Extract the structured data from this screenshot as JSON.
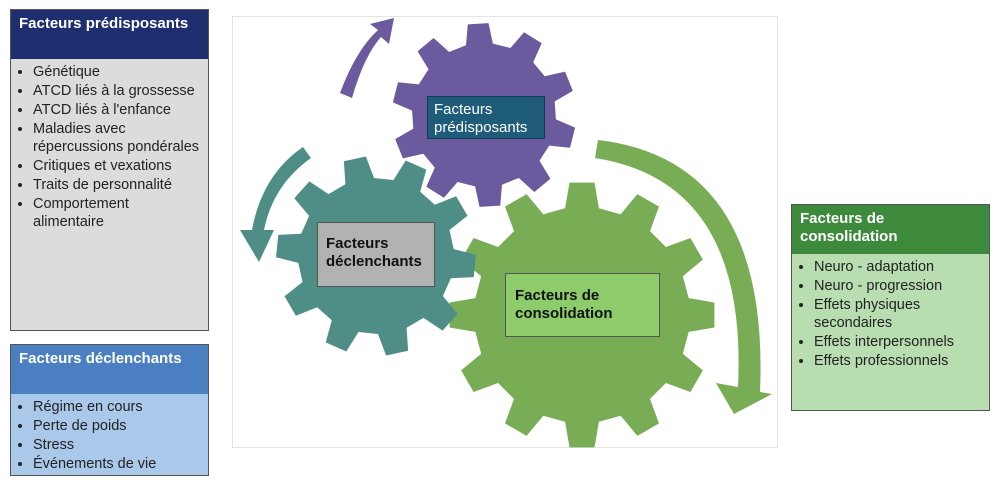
{
  "predisposing_box": {
    "title": "Facteurs prédisposants",
    "items": [
      "Génétique",
      "ATCD liés à la grossesse",
      "ATCD liés à l'enfance",
      "Maladies avec répercussions pondérales",
      "Critiques et vexations",
      "Traits de personnalité",
      "Comportement alimentaire"
    ]
  },
  "triggering_box": {
    "title": "Facteurs déclenchants",
    "items": [
      "Régime en cours",
      "Perte de poids",
      "Stress",
      "Événements de vie"
    ]
  },
  "consolidating_box": {
    "title": "Facteurs  de consolidation",
    "items": [
      "Neuro - adaptation",
      "Neuro - progression",
      "Effets physiques secondaires",
      "Effets interpersonnels",
      "Effets professionnels"
    ]
  },
  "gears": {
    "predisposing_label": "Facteurs prédisposants",
    "triggering_label": "Facteurs déclenchants",
    "consolidating_label": "Facteurs de consolidation"
  },
  "colors": {
    "navy": "#1f2e6e",
    "blue": "#4a7fc1",
    "green": "#3d8a3c",
    "gear_purple": "#6b5a9e",
    "gear_teal": "#4f8e87",
    "gear_green": "#79ad55"
  }
}
